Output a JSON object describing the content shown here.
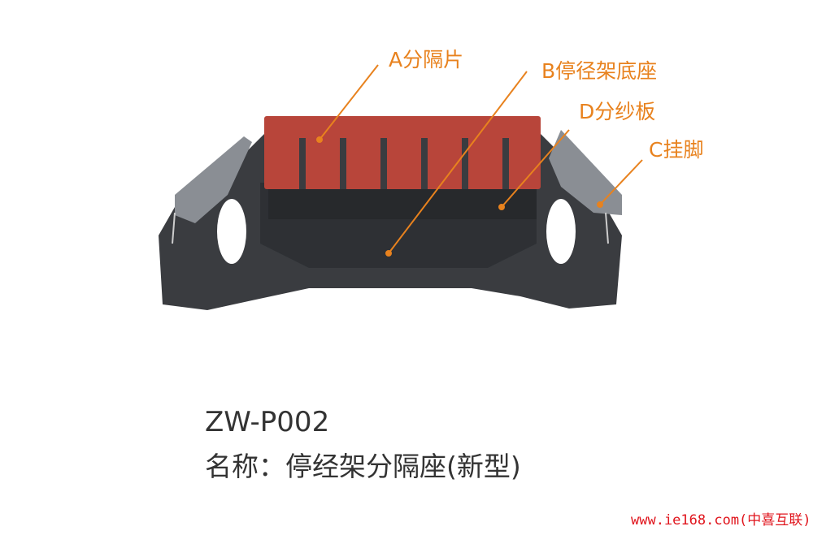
{
  "labels": {
    "a": "A分隔片",
    "b": "B停径架底座",
    "d": "D分纱板",
    "c": "C挂脚"
  },
  "model": "ZW-P002",
  "name": "名称：停经架分隔座(新型)",
  "watermark": "www.ie168.com(中喜互联)",
  "colors": {
    "label": "#e8821e",
    "comb": "#b8453a",
    "base": "#3a3c40",
    "hook": "#8a8e94",
    "watermark": "#e0141c"
  }
}
